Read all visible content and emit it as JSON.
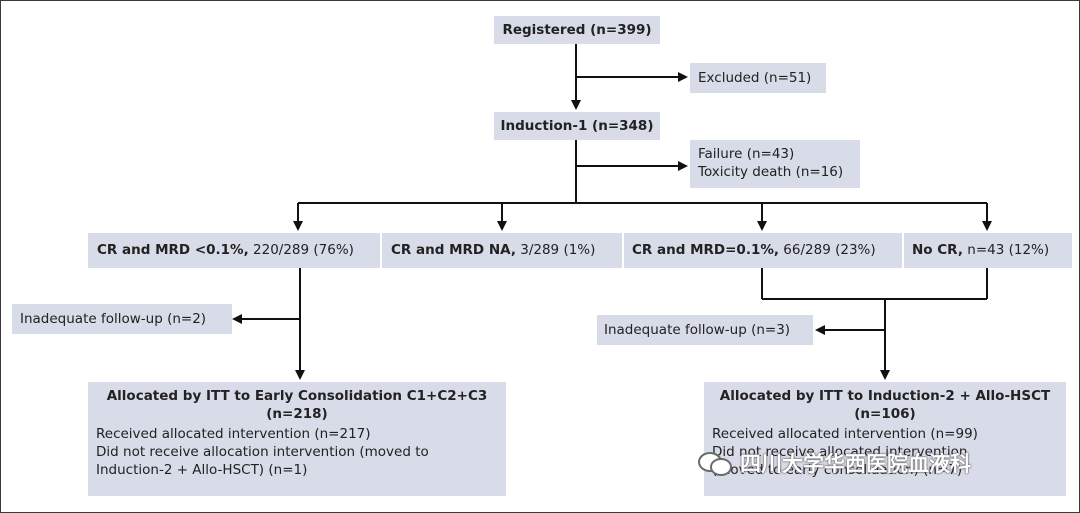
{
  "registered": {
    "label": "Registered (n=399)"
  },
  "excluded": {
    "label": "Excluded (n=51)"
  },
  "induction1": {
    "label": "Induction-1 (n=348)"
  },
  "failure": {
    "line1": "Failure (n=43)",
    "line2": "Toxicity death (n=16)"
  },
  "branches": [
    {
      "bold": "CR and MRD <0.1%,",
      "rest": " 220/289 (76%)"
    },
    {
      "bold": "CR and MRD NA,",
      "rest": " 3/289 (1%)"
    },
    {
      "bold": "CR and MRD=0.1%,",
      "rest": " 66/289 (23%)"
    },
    {
      "bold": "No CR,",
      "rest": " n=43 (12%)"
    }
  ],
  "followup_left": "Inadequate follow-up (n=2)",
  "followup_right": "Inadequate follow-up (n=3)",
  "alloc_left": {
    "title": "Allocated by ITT to Early Consolidation C1+C2+C3",
    "n": "(n=218)",
    "line1": "Received allocated intervention (n=217)",
    "line2": "Did not receive allocation intervention (moved to",
    "line3": "Induction-2 + Allo-HSCT) (n=1)"
  },
  "alloc_right": {
    "title": "Allocated by ITT to Induction-2 + Allo-HSCT",
    "n": "(n=106)",
    "line1": "Received allocated intervention (n=99)",
    "line2": "Did not receive allocated intervention",
    "line3": "(moved to early consolidation) (n=7)"
  },
  "watermark": "四川大学华西医院血液科",
  "colors": {
    "box": "#d8dbe8",
    "line": "#111111",
    "text": "#222222"
  }
}
